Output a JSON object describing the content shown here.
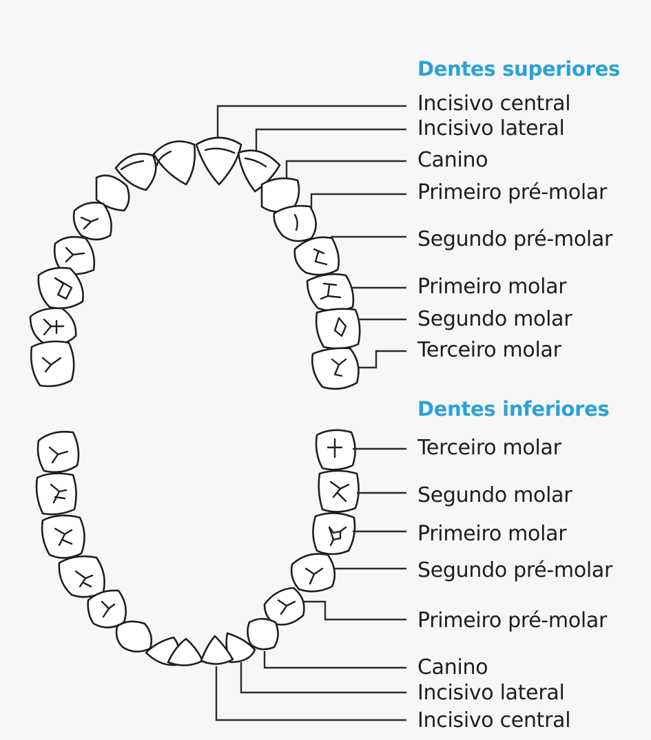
{
  "colors": {
    "heading": "#2aa2d6",
    "line": "#1e1e1e",
    "tooth_fill": "#ffffff",
    "background": "#f7f7f7"
  },
  "upper": {
    "heading": "Dentes superiores",
    "labels": [
      "Incisivo central",
      "Incisivo lateral",
      "Canino",
      "Primeiro pré-molar",
      "Segundo pré-molar",
      "Primeiro molar",
      "Segundo molar",
      "Terceiro molar"
    ]
  },
  "lower": {
    "heading": "Dentes inferiores",
    "labels": [
      "Terceiro molar",
      "Segundo molar",
      "Primeiro molar",
      "Segundo pré-molar",
      "Primeiro pré-molar",
      "Canino",
      "Incisivo lateral",
      "Incisivo central"
    ]
  }
}
